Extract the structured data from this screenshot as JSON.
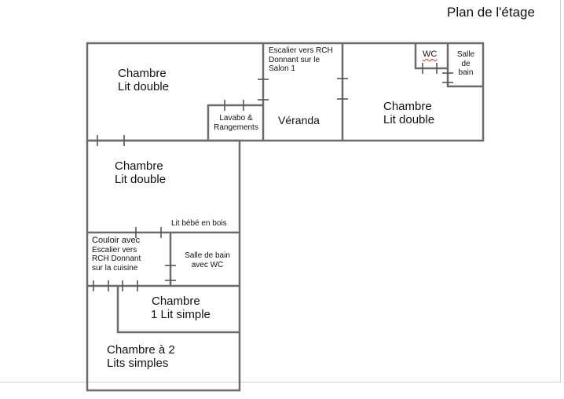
{
  "title": "Plan de l'étage",
  "rooms": {
    "chambre_nw": {
      "line1": "Chambre",
      "line2": "Lit double"
    },
    "escalier_rch": {
      "line1": "Escalier vers RCH",
      "line2": "Donnant sur le",
      "line3": "Salon 1"
    },
    "wc": "WC",
    "salle_de_bain_ne": {
      "line1": "Salle",
      "line2": "de",
      "line3": "bain"
    },
    "chambre_ne": {
      "line1": "Chambre",
      "line2": "Lit double"
    },
    "lavabo": {
      "line1": "Lavabo &",
      "line2": "Rangements"
    },
    "veranda": "Véranda",
    "chambre_mid": {
      "line1": "Chambre",
      "line2": "Lit double"
    },
    "lit_bebe": "Lit bébé en bois",
    "couloir": {
      "line1": "Couloir avec",
      "line2": "Escalier vers",
      "line3": "RCH Donnant",
      "line4": "sur la cuisine"
    },
    "salle_de_bain_wc": {
      "line1": "Salle de  bain",
      "line2": "avec WC"
    },
    "chambre_simple": {
      "line1": "Chambre",
      "line2": "1 Lit simple"
    },
    "chambre_2": {
      "line1": "Chambre à 2",
      "line2": "Lits simples"
    }
  }
}
